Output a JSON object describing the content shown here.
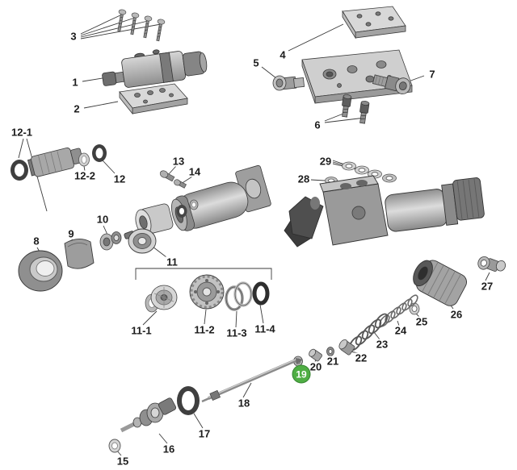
{
  "diagram": {
    "type": "exploded-parts-diagram",
    "highlight_color": "#4fae44",
    "highlighted_part": "19",
    "line_color": "#3b3b3b",
    "label_color": "#1c1c1c",
    "labels": [
      {
        "id": "3",
        "text": "3",
        "highlighted": false
      },
      {
        "id": "1",
        "text": "1",
        "highlighted": false
      },
      {
        "id": "2",
        "text": "2",
        "highlighted": false
      },
      {
        "id": "5",
        "text": "5",
        "highlighted": false
      },
      {
        "id": "4",
        "text": "4",
        "highlighted": false
      },
      {
        "id": "6",
        "text": "6",
        "highlighted": false
      },
      {
        "id": "7",
        "text": "7",
        "highlighted": false
      },
      {
        "id": "12-1",
        "text": "12-1",
        "highlighted": false
      },
      {
        "id": "12-2",
        "text": "12-2",
        "highlighted": false
      },
      {
        "id": "12",
        "text": "12",
        "highlighted": false
      },
      {
        "id": "13",
        "text": "13",
        "highlighted": false
      },
      {
        "id": "14",
        "text": "14",
        "highlighted": false
      },
      {
        "id": "29",
        "text": "29",
        "highlighted": false
      },
      {
        "id": "28",
        "text": "28",
        "highlighted": false
      },
      {
        "id": "8",
        "text": "8",
        "highlighted": false
      },
      {
        "id": "9",
        "text": "9",
        "highlighted": false
      },
      {
        "id": "10",
        "text": "10",
        "highlighted": false
      },
      {
        "id": "11",
        "text": "11",
        "highlighted": false
      },
      {
        "id": "11-1",
        "text": "11-1",
        "highlighted": false
      },
      {
        "id": "11-2",
        "text": "11-2",
        "highlighted": false
      },
      {
        "id": "11-3",
        "text": "11-3",
        "highlighted": false
      },
      {
        "id": "11-4",
        "text": "11-4",
        "highlighted": false
      },
      {
        "id": "27",
        "text": "27",
        "highlighted": false
      },
      {
        "id": "26",
        "text": "26",
        "highlighted": false
      },
      {
        "id": "25",
        "text": "25",
        "highlighted": false
      },
      {
        "id": "24",
        "text": "24",
        "highlighted": false
      },
      {
        "id": "23",
        "text": "23",
        "highlighted": false
      },
      {
        "id": "22",
        "text": "22",
        "highlighted": false
      },
      {
        "id": "21",
        "text": "21",
        "highlighted": false
      },
      {
        "id": "20",
        "text": "20",
        "highlighted": false
      },
      {
        "id": "19",
        "text": "19",
        "highlighted": true
      },
      {
        "id": "18",
        "text": "18",
        "highlighted": false
      },
      {
        "id": "17",
        "text": "17",
        "highlighted": false
      },
      {
        "id": "16",
        "text": "16",
        "highlighted": false
      },
      {
        "id": "15",
        "text": "15",
        "highlighted": false
      }
    ]
  }
}
